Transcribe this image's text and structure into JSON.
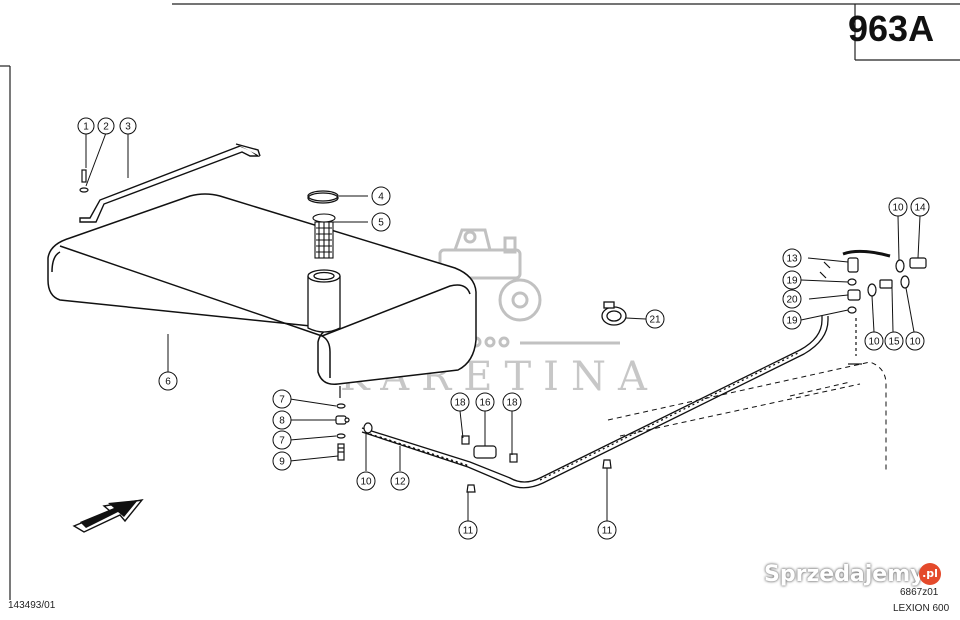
{
  "header": {
    "page_number": "963A"
  },
  "footer": {
    "left_ref": "143493/01",
    "right_ref": "6867z01",
    "model": "LEXION 600"
  },
  "watermark": {
    "text": "KARETINA"
  },
  "branding": {
    "site": "Sprzedajemy",
    "badge": ".pl"
  },
  "callouts": [
    {
      "label": "1"
    },
    {
      "label": "2"
    },
    {
      "label": "3"
    },
    {
      "label": "4"
    },
    {
      "label": "5"
    },
    {
      "label": "6"
    },
    {
      "label": "7"
    },
    {
      "label": "8"
    },
    {
      "label": "7"
    },
    {
      "label": "9"
    },
    {
      "label": "10"
    },
    {
      "label": "12"
    },
    {
      "label": "18"
    },
    {
      "label": "16"
    },
    {
      "label": "18"
    },
    {
      "label": "11"
    },
    {
      "label": "11"
    },
    {
      "label": "21"
    },
    {
      "label": "13"
    },
    {
      "label": "19"
    },
    {
      "label": "20"
    },
    {
      "label": "19"
    },
    {
      "label": "10"
    },
    {
      "label": "14"
    },
    {
      "label": "10"
    },
    {
      "label": "15"
    },
    {
      "label": "10"
    }
  ]
}
